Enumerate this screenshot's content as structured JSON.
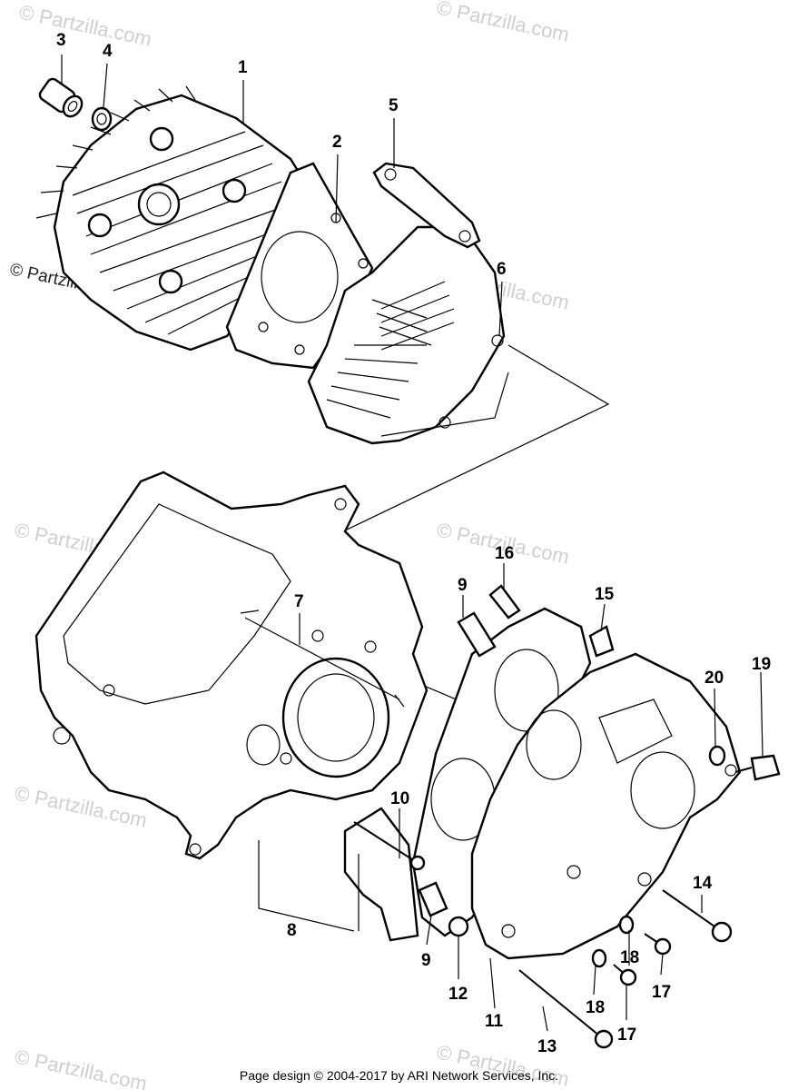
{
  "watermark": "© Partzilla.com",
  "side_watermark": "© Partzilla.com",
  "footer": "Page design © 2004-2017 by ARI Network Services, Inc.",
  "callouts": {
    "c1": "1",
    "c2": "2",
    "c3": "3",
    "c4": "4",
    "c5": "5",
    "c6": "6",
    "c7": "7",
    "c8": "8",
    "c9a": "9",
    "c9b": "9",
    "c10": "10",
    "c11": "11",
    "c12": "12",
    "c13": "13",
    "c14": "14",
    "c15": "15",
    "c16": "16",
    "c17a": "17",
    "c17b": "17",
    "c18a": "18",
    "c18b": "18",
    "c19": "19",
    "c20": "20"
  }
}
